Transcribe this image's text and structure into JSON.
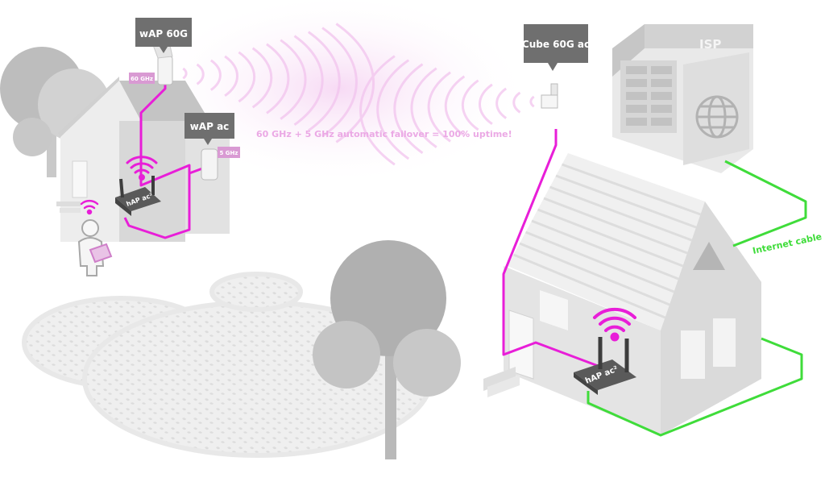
{
  "labels": {
    "wap60g": "wAP 60G",
    "wapac": "wAP ac",
    "cube": "Cube 60G ac",
    "isp": "ISP",
    "tag_60ghz": "60 GHz",
    "tag_5ghz": "5 GHz",
    "router_left": "hAP ac²",
    "router_right": "hAP ac²",
    "failover": "60 GHz + 5 GHz automatic failover = 100% uptime!",
    "internet_cable": "Internet cable"
  },
  "colors": {
    "magenta": "#e81ed8",
    "green": "#3fdc3a",
    "grey_dark": "#7a7a7a",
    "grey_mid": "#b5b5b5",
    "grey_light": "#e6e6e6"
  }
}
